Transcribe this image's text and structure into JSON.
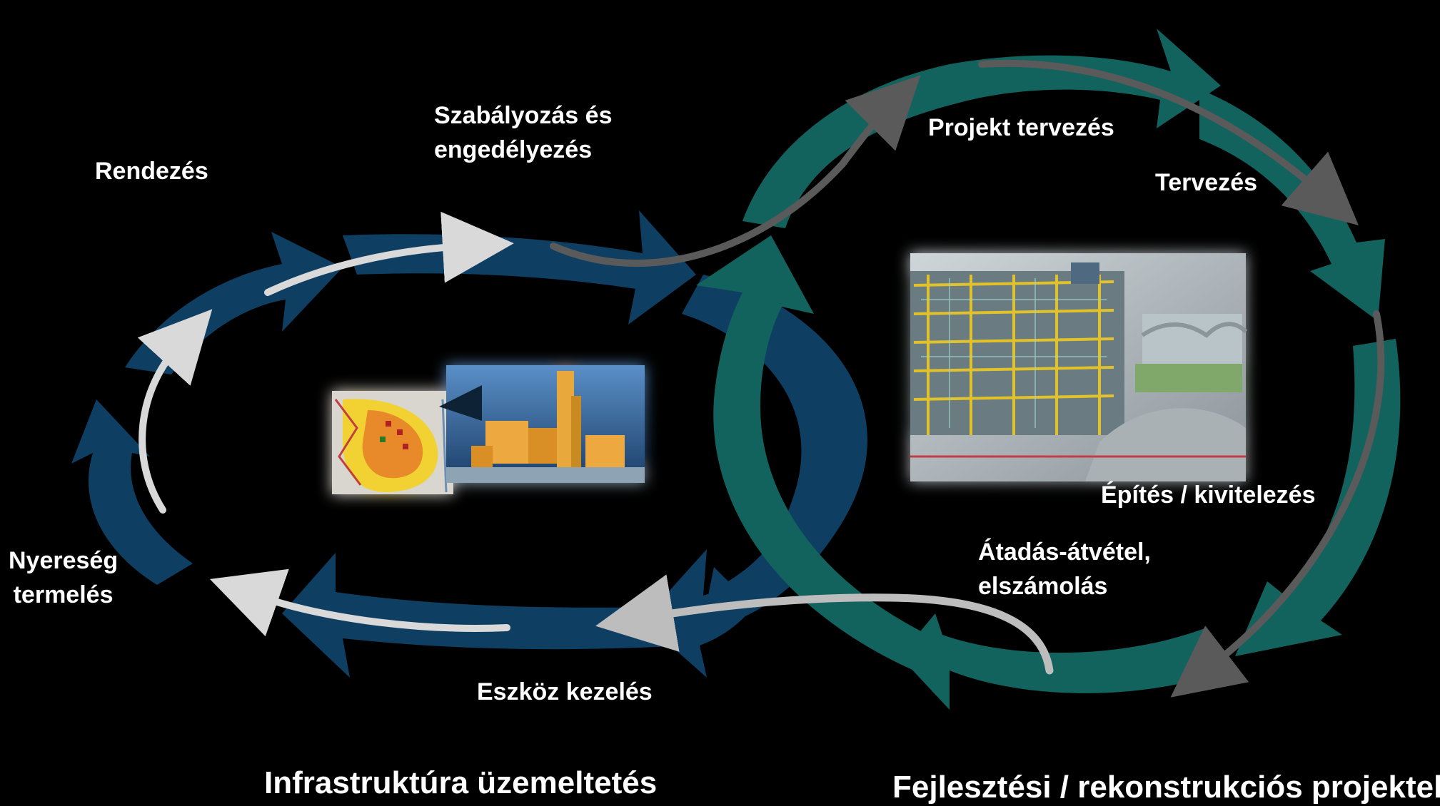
{
  "colors": {
    "background": "#000000",
    "left_cycle_arrow": "#0e3f63",
    "right_cycle_arrow": "#12625e",
    "inner_arrow_light": "#d9d9d9",
    "inner_arrow_dark": "#5a5a5a"
  },
  "left_cycle": {
    "title": "Infrastruktúra üzemeltetés",
    "stages": {
      "rendezes": "Rendezés",
      "szabalyozas": "Szabályozás és\nengedélyezés",
      "eszkoz": "Eszköz kezelés",
      "nyereseg": "Nyereség\ntermelés"
    }
  },
  "right_cycle": {
    "title": "Fejlesztési / rekonstrukciós projektek",
    "stages": {
      "projekt": "Projekt tervezés",
      "tervezes": "Tervezés",
      "epites": "Építés / kivitelezés",
      "atadas": "Átadás-átvétel,\nelszámolás"
    }
  },
  "images": {
    "left": "city-planning-map-and-3d-model",
    "right": "construction-site-point-cloud-model"
  }
}
